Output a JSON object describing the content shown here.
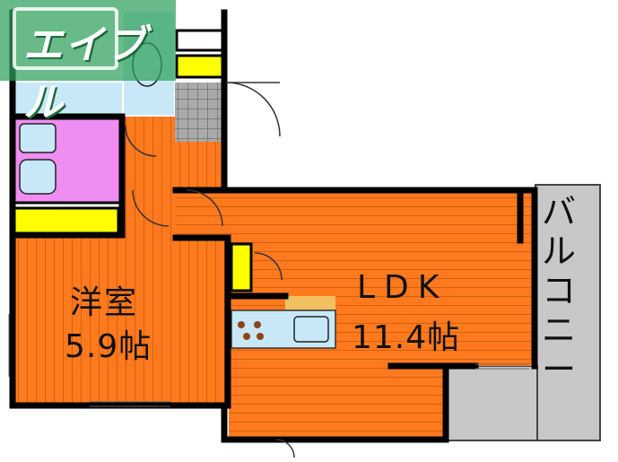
{
  "rooms": {
    "yoshitsu": {
      "name": "洋室",
      "size": "5.9帖"
    },
    "ldk": {
      "name": "LDK",
      "size": "11.4帖"
    },
    "balcony": {
      "name": "バルコニー"
    }
  },
  "logo": {
    "text": "エイブル"
  },
  "colors": {
    "floor": "#ff7a1e",
    "floor_line": "#a84600",
    "wall": "#000000",
    "bath": "#ef8df3",
    "storage": "#ffff00",
    "wet_area": "#c8e8f8",
    "balcony": "#c8c8c8",
    "logo": "#2ea05a"
  }
}
